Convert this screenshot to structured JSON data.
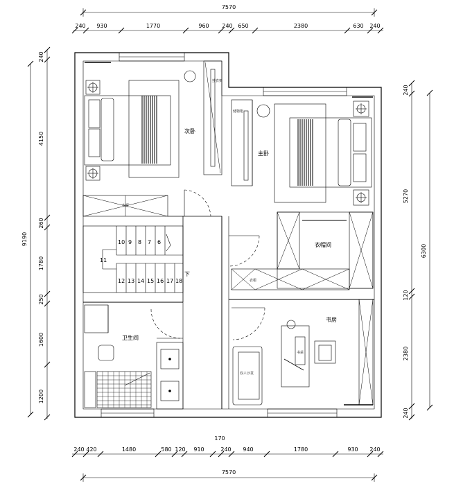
{
  "dimensions": {
    "top_total": "7570",
    "top_segments": [
      "240",
      "930",
      "1770",
      "960",
      "240",
      "650",
      "2380",
      "630",
      "240"
    ],
    "bottom_segments": [
      "240",
      "420",
      "1480",
      "580",
      "120",
      "910",
      "240",
      "940",
      "1780",
      "930",
      "240"
    ],
    "bottom_extra": "170",
    "bottom_total": "7570",
    "left_total": "9190",
    "left_segments": [
      "240",
      "4150",
      "260",
      "1780",
      "250",
      "1600",
      "1200"
    ],
    "right_total": "6300",
    "right_segments": [
      "240",
      "5270",
      "120",
      "2380",
      "240"
    ]
  },
  "rooms": {
    "secondary_bedroom": "次卧",
    "master_bedroom": "主卧",
    "walk_in_closet": "衣帽间",
    "bathroom": "卫生间",
    "study": "书房",
    "down_label": "下"
  },
  "stairs": {
    "upper_steps": [
      "10",
      "9",
      "8",
      "7",
      "6"
    ],
    "landing_step": "11",
    "lower_steps": [
      "12",
      "13",
      "14",
      "15",
      "16",
      "17",
      "18"
    ]
  },
  "furniture_labels": {
    "wardrobe": "衣柜",
    "closet": "衣柜",
    "shelf": "挂衣架",
    "cabinet": "储物柜",
    "sofa": "双人沙发",
    "desk": "书桌"
  }
}
